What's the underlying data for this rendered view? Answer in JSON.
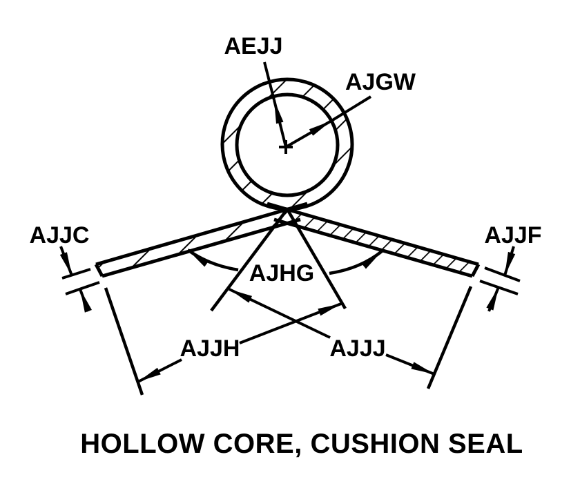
{
  "figure": {
    "title": "HOLLOW CORE, CUSHION SEAL",
    "labels": {
      "inner_radius": "AEJJ",
      "wall_thickness": "AJGW",
      "left_tip_thickness": "AJJC",
      "right_tip_thickness": "AJJF",
      "wing_angle": "AJHG",
      "left_wing_length": "AJJH",
      "right_wing_length": "AJJJ"
    },
    "colors": {
      "line": "#000000",
      "background": "#ffffff"
    }
  }
}
